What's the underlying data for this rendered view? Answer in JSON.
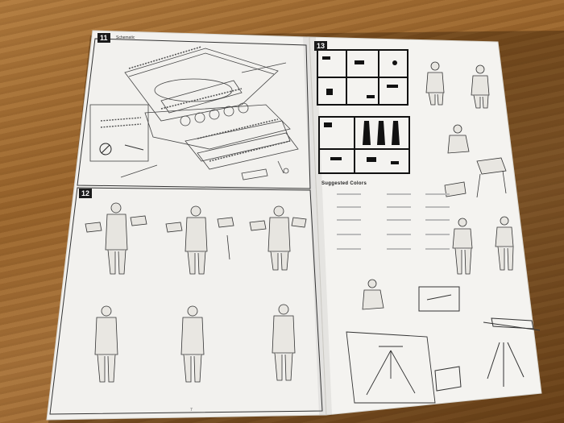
{
  "booklet": {
    "left_page": {
      "step_a": {
        "number": "11",
        "subtitle": "Schematic"
      },
      "step_b": {
        "number": "12"
      },
      "footer": "7"
    },
    "right_page": {
      "step_c": {
        "number": "13"
      },
      "colors_title": "Suggested Colors"
    }
  }
}
